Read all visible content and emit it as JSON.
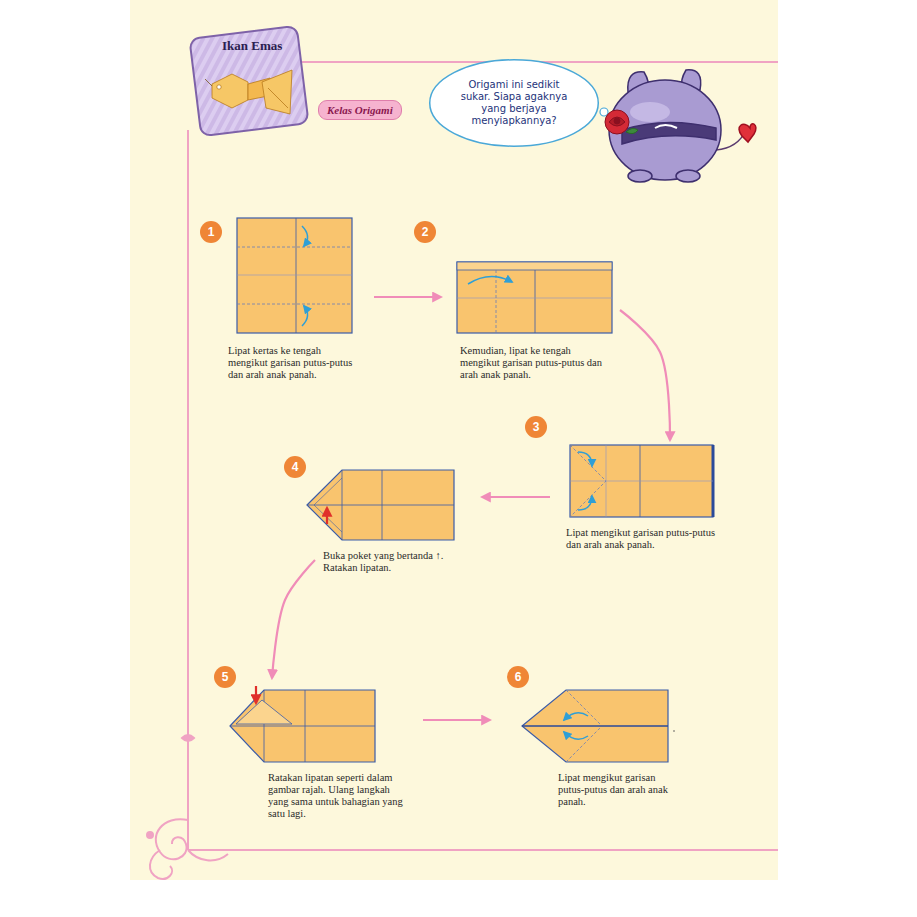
{
  "diagram": {
    "title": "Ikan Emas",
    "nodes": [
      {
        "text": [
          "Kelas Origami"
        ]
      },
      {
        "text": [
          "Origami ini sedikit sukar. Siapa agaknya yang berjaya menyiapkannya?"
        ]
      },
      {
        "text": [
          "1",
          "Lipat kertas ke tengah mengikut garisan putus-putus dan arah anak panah."
        ]
      },
      {
        "text": [
          "2",
          "Kemudian, lipat ke tengah mengikut garisan putus-putus dan arah anak panah."
        ]
      },
      {
        "text": [
          "3",
          "Lipat mengikut garisan putus-putus dan arah anak panah."
        ]
      },
      {
        "text": [
          "4",
          "Buka poket yang bertanda ↑. Ratakan lipatan."
        ]
      },
      {
        "text": [
          "5",
          "Ratakan lipatan seperti dalam gambar rajah. Ulang langkah yang sama untuk bahagian yang satu lagi."
        ]
      },
      {
        "text": [
          "6",
          "Lipat mengikut garisan putus-putus dan arah anak panah."
        ]
      }
    ],
    "edges": [
      {
        "from": 2,
        "to": 3,
        "arrow": "to"
      },
      {
        "from": 3,
        "to": 4,
        "arrow": "to"
      },
      {
        "from": 4,
        "to": 5,
        "arrow": "to"
      },
      {
        "from": 5,
        "to": 6,
        "arrow": "to"
      },
      {
        "from": 6,
        "to": 7,
        "arrow": "to"
      }
    ]
  }
}
